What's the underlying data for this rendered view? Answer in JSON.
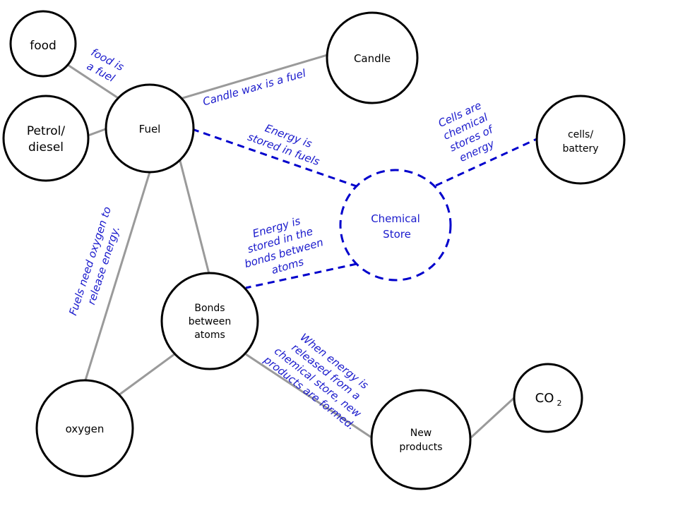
{
  "nodes": {
    "food": "food",
    "candle": "Candle",
    "petrol": [
      "Petrol/",
      "diesel"
    ],
    "fuel": "Fuel",
    "cells": [
      "cells/",
      "battery"
    ],
    "chemical_store": [
      "Chemical",
      "Store"
    ],
    "bonds": [
      "Bonds",
      "between",
      "atoms"
    ],
    "oxygen": "oxygen",
    "new_products": [
      "New",
      "products"
    ],
    "co2_main": "CO",
    "co2_sub": "2"
  },
  "annotations": {
    "food_fuel": [
      "food is",
      "a fuel"
    ],
    "candle_wax": "Candle wax is a fuel",
    "energy_fuels": [
      "Energy is",
      "stored in fuels"
    ],
    "cells_chemical": [
      "Cells are",
      "chemical",
      "stores of",
      "energy"
    ],
    "energy_bonds": [
      "Energy is",
      "stored in the",
      "bonds between",
      "atoms"
    ],
    "oxygen_release": [
      "Fuels need oxygen to",
      "release energy."
    ],
    "released_products": [
      "When energy is",
      "released from a",
      "chemical store, new",
      "products are formed."
    ]
  },
  "colors": {
    "node_stroke": "#000000",
    "link_grey": "#9a9a9a",
    "annotation_blue": "#1a1acc",
    "dashed_blue": "#0000cc"
  }
}
